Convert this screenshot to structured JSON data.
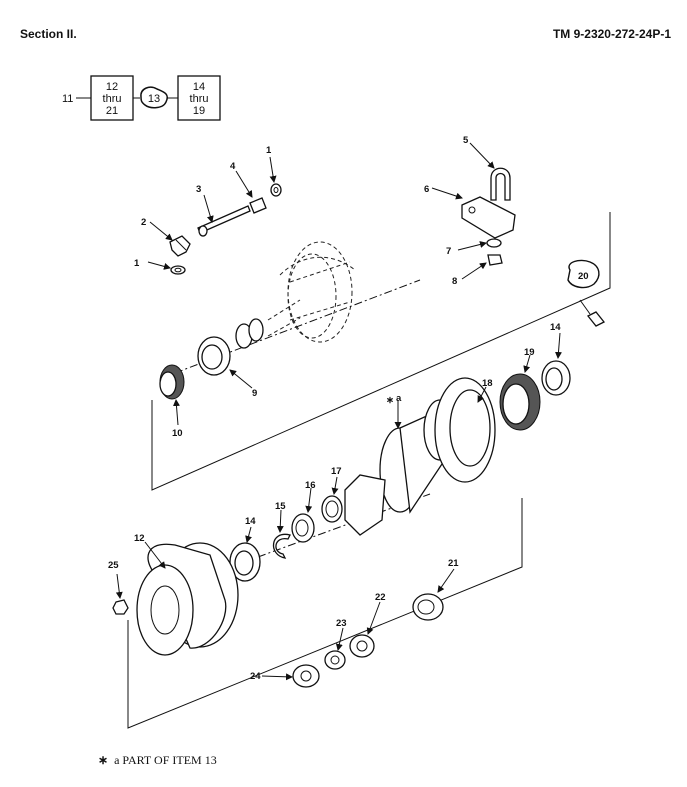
{
  "header": {
    "section": "Section II.",
    "tm_number": "TM 9-2320-272-24P-1"
  },
  "assembly_box": {
    "parent_item": "11",
    "left_box": [
      "12",
      "thru",
      "21"
    ],
    "center_item": "13",
    "right_box": [
      "14",
      "thru",
      "19"
    ]
  },
  "callouts": [
    {
      "id": "1a",
      "label": "1"
    },
    {
      "id": "2",
      "label": "2"
    },
    {
      "id": "3",
      "label": "3"
    },
    {
      "id": "4",
      "label": "4"
    },
    {
      "id": "1b",
      "label": "1"
    },
    {
      "id": "5",
      "label": "5"
    },
    {
      "id": "6",
      "label": "6"
    },
    {
      "id": "7",
      "label": "7"
    },
    {
      "id": "8",
      "label": "8"
    },
    {
      "id": "9",
      "label": "9"
    },
    {
      "id": "10",
      "label": "10"
    },
    {
      "id": "20",
      "label": "20"
    },
    {
      "id": "14a",
      "label": "14"
    },
    {
      "id": "19",
      "label": "19"
    },
    {
      "id": "18",
      "label": "18"
    },
    {
      "id": "a",
      "label": "a"
    },
    {
      "id": "17",
      "label": "17"
    },
    {
      "id": "16",
      "label": "16"
    },
    {
      "id": "15",
      "label": "15"
    },
    {
      "id": "14b",
      "label": "14"
    },
    {
      "id": "12",
      "label": "12"
    },
    {
      "id": "25",
      "label": "25"
    },
    {
      "id": "21",
      "label": "21"
    },
    {
      "id": "22",
      "label": "22"
    },
    {
      "id": "23",
      "label": "23"
    },
    {
      "id": "24",
      "label": "24"
    }
  ],
  "footnote": {
    "symbol": "∗",
    "text": "a  PART OF ITEM  13"
  }
}
